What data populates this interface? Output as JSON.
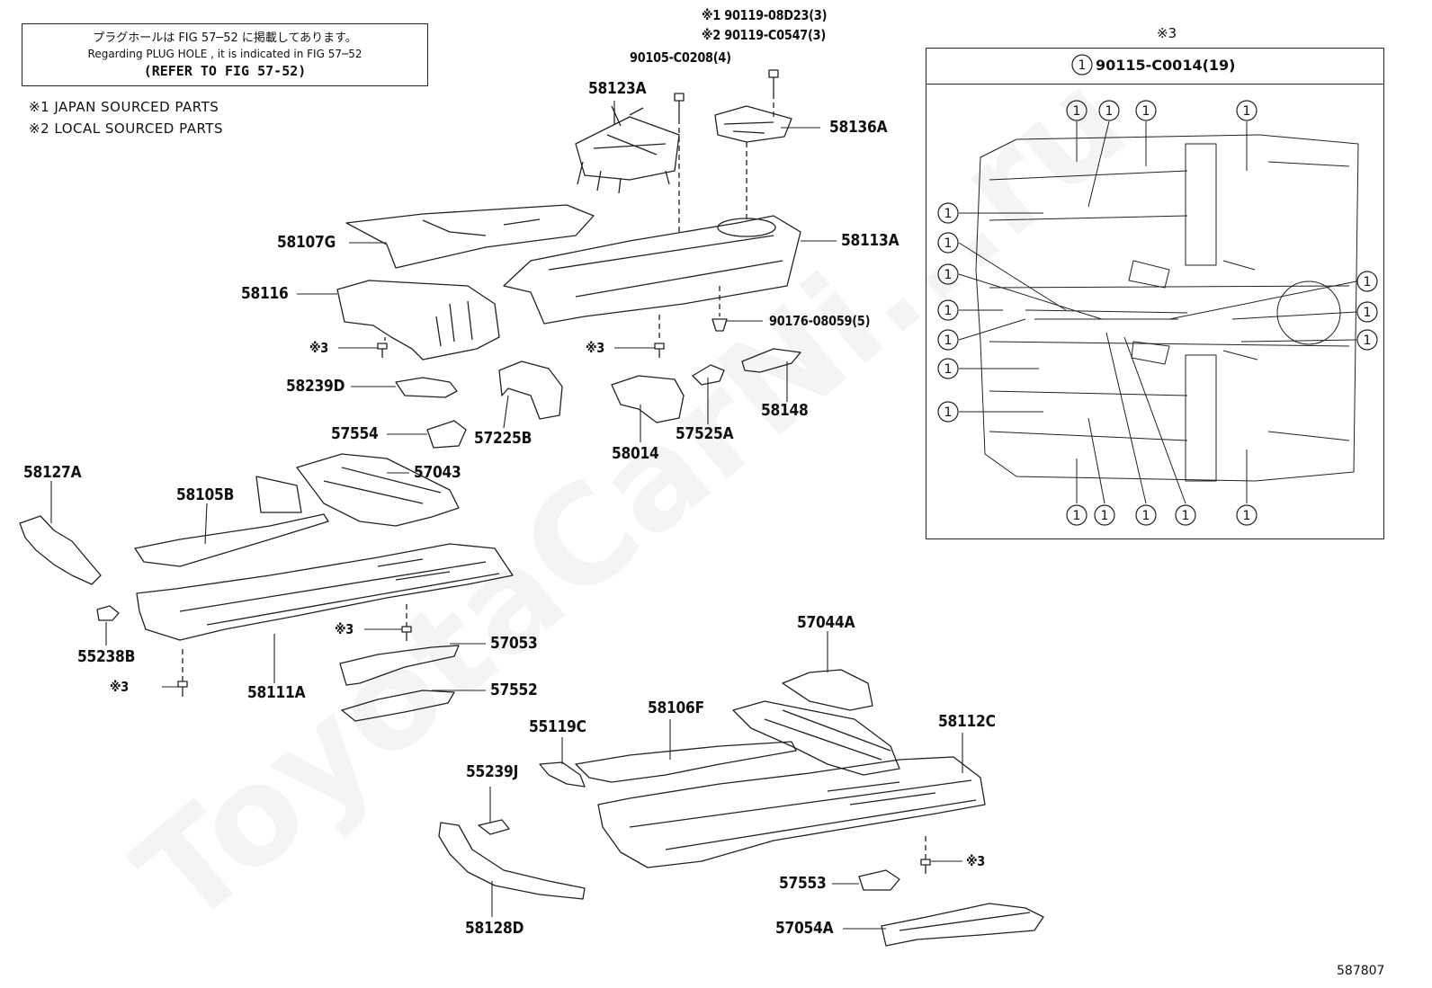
{
  "note": {
    "line1": "プラグホールは FIG 57─52 に掲載してあります。",
    "line2": "Regarding  PLUG  HOLE , it is indicated in FIG  57─52",
    "line3": "(REFER TO FIG 57-52)"
  },
  "legend": {
    "japan": "※1 JAPAN SOURCED PARTS",
    "local": "※2 LOCAL SOURCED PARTS"
  },
  "fasteners": {
    "f1": "※1 90119-08D23(3)",
    "f2": "※2 90119-C0547(3)",
    "f3": "90105-C0208(4)",
    "f4": "90176-08059(5)"
  },
  "ref3": "※3",
  "parts": {
    "p58123A": "58123A",
    "p58136A": "58136A",
    "p58107G": "58107G",
    "p58113A": "58113A",
    "p58116": "58116",
    "p58239D": "58239D",
    "p57554": "57554",
    "p57225B": "57225B",
    "p58014": "58014",
    "p57525A": "57525A",
    "p58148": "58148",
    "p58127A": "58127A",
    "p58105B": "58105B",
    "p57043": "57043",
    "p55238B": "55238B",
    "p58111A": "58111A",
    "p57053": "57053",
    "p57552": "57552",
    "p57044A": "57044A",
    "p58106F": "58106F",
    "p55119C": "55119C",
    "p58112C": "58112C",
    "p55239J": "55239J",
    "p58128D": "58128D",
    "p57553": "57553",
    "p57054A": "57054A"
  },
  "inset": {
    "ref": "※3",
    "header_num": "1",
    "header_part": "90115-C0014(19)",
    "callout": "1"
  },
  "figure_number": "587807",
  "watermark": "ToyotaCarNi...ru"
}
